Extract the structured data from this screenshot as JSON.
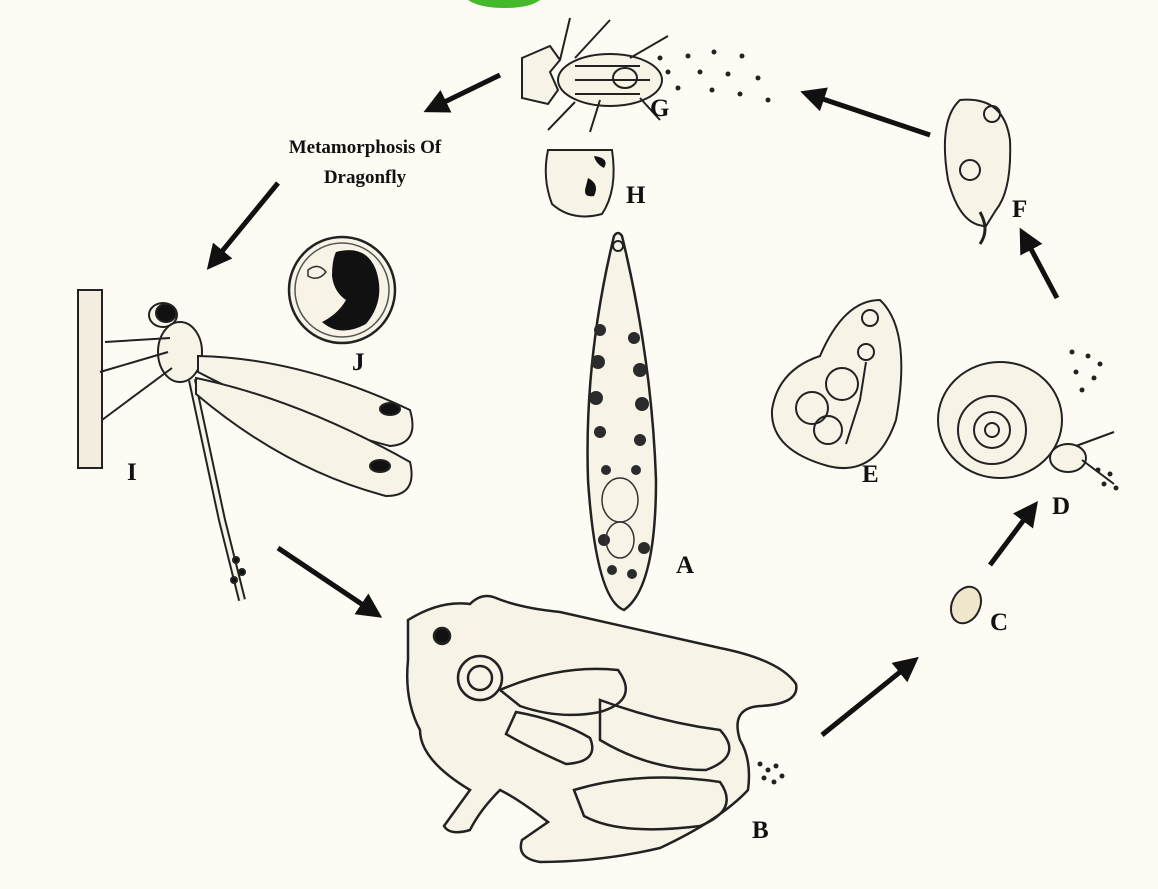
{
  "caption": {
    "line1": "Metamorphosis Of",
    "line2": "Dragonfly"
  },
  "stages": {
    "A": "A",
    "B": "B",
    "C": "C",
    "D": "D",
    "E": "E",
    "F": "F",
    "G": "G",
    "H": "H",
    "I": "I",
    "J": "J"
  },
  "colors": {
    "ink": "#111111",
    "paper": "#fdfbf3",
    "accent_green": "#46b82c"
  }
}
